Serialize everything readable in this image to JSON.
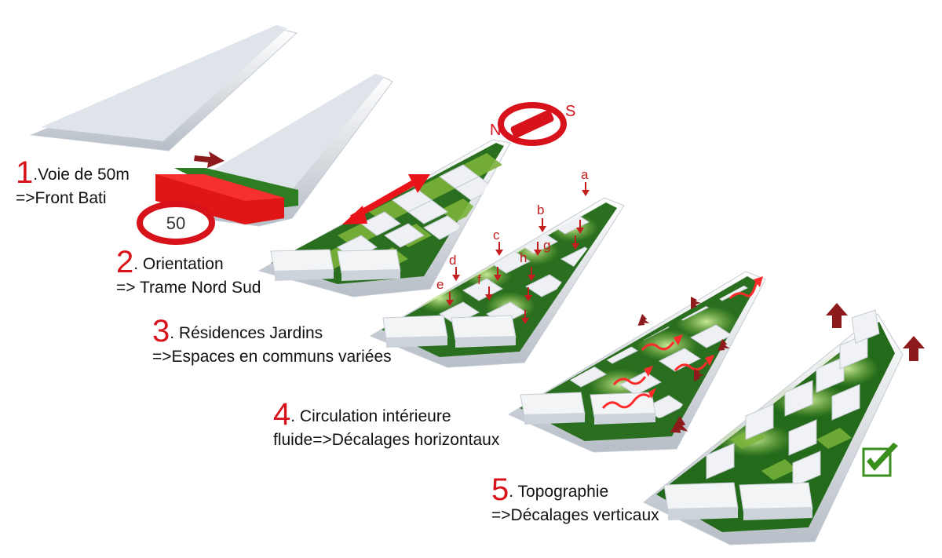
{
  "steps": [
    {
      "number": "1",
      "line1": ".Voie de 50m",
      "line2": "=>Front Bati"
    },
    {
      "number": "2",
      "line1": ". Orientation",
      "line2": "=> Trame Nord Sud"
    },
    {
      "number": "3",
      "line1": ". Résidences Jardins",
      "line2": "=>Espaces en communs variées"
    },
    {
      "number": "4",
      "line1": ". Circulation intérieure",
      "line2": "fluide=>Décalages horizontaux"
    },
    {
      "number": "5",
      "line1": ". Topographie",
      "line2": "=>Décalages verticaux"
    }
  ],
  "road_sign": "50",
  "compass": {
    "north": "N",
    "south": "S"
  },
  "residence_letters": [
    "a",
    "b",
    "c",
    "d",
    "e",
    "f",
    "g",
    "h"
  ],
  "colors": {
    "accent_red": "#d8121b",
    "arrow_dark_red": "#8e1b1b",
    "green_dark": "#1f6b1a",
    "green_light": "#6faa2a",
    "block_white": "#eef0f3",
    "slab": "#d9dee4",
    "check_green": "#3a8f1c"
  }
}
